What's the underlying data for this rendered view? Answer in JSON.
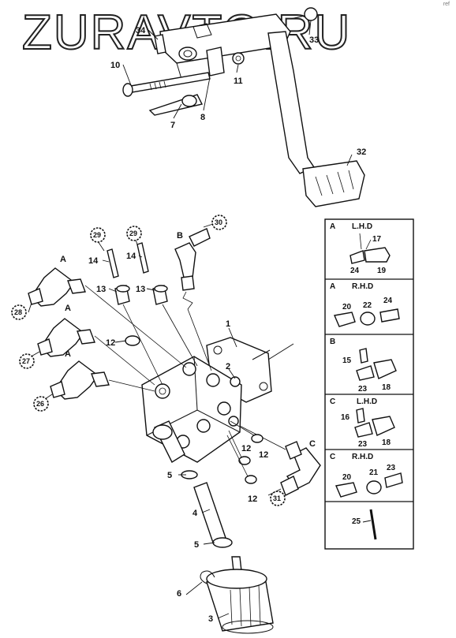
{
  "watermark": {
    "text": "ZURAVTO.RU"
  },
  "corner_mark": "ref",
  "callouts": {
    "p1": "1",
    "p2": "2",
    "p3": "3",
    "p4": "4",
    "p5a": "5",
    "p5b": "5",
    "p6": "6",
    "p7": "7",
    "p8": "8",
    "p10": "10",
    "p11": "11",
    "p12a": "12",
    "p12b": "12",
    "p12c": "12",
    "p12d": "12",
    "p13a": "13",
    "p13b": "13",
    "p14a": "14",
    "p14b": "14",
    "p26": "26",
    "p27": "27",
    "p28": "28",
    "p29a": "29",
    "p29b": "29",
    "p30": "30",
    "p31": "31",
    "p32": "32",
    "p33": "33",
    "p34": "34",
    "A1": "A",
    "A2": "A",
    "A3": "A",
    "B1": "B",
    "C1": "C"
  },
  "inset_panels": [
    {
      "id": "a_lhd",
      "letter": "A",
      "title": "L.H.D",
      "parts": [
        "17",
        "24",
        "19"
      ]
    },
    {
      "id": "a_rhd",
      "letter": "A",
      "title": "R.H.D",
      "parts": [
        "20",
        "22",
        "24"
      ]
    },
    {
      "id": "b",
      "letter": "B",
      "title": "",
      "parts": [
        "15",
        "23",
        "18"
      ]
    },
    {
      "id": "c_lhd",
      "letter": "C",
      "title": "L.H.D",
      "parts": [
        "16",
        "23",
        "18"
      ]
    },
    {
      "id": "c_rhd",
      "letter": "C",
      "title": "R.H.D",
      "parts": [
        "20",
        "21",
        "23"
      ]
    },
    {
      "id": "hose",
      "letter": "",
      "title": "",
      "parts": [
        "25"
      ]
    }
  ]
}
